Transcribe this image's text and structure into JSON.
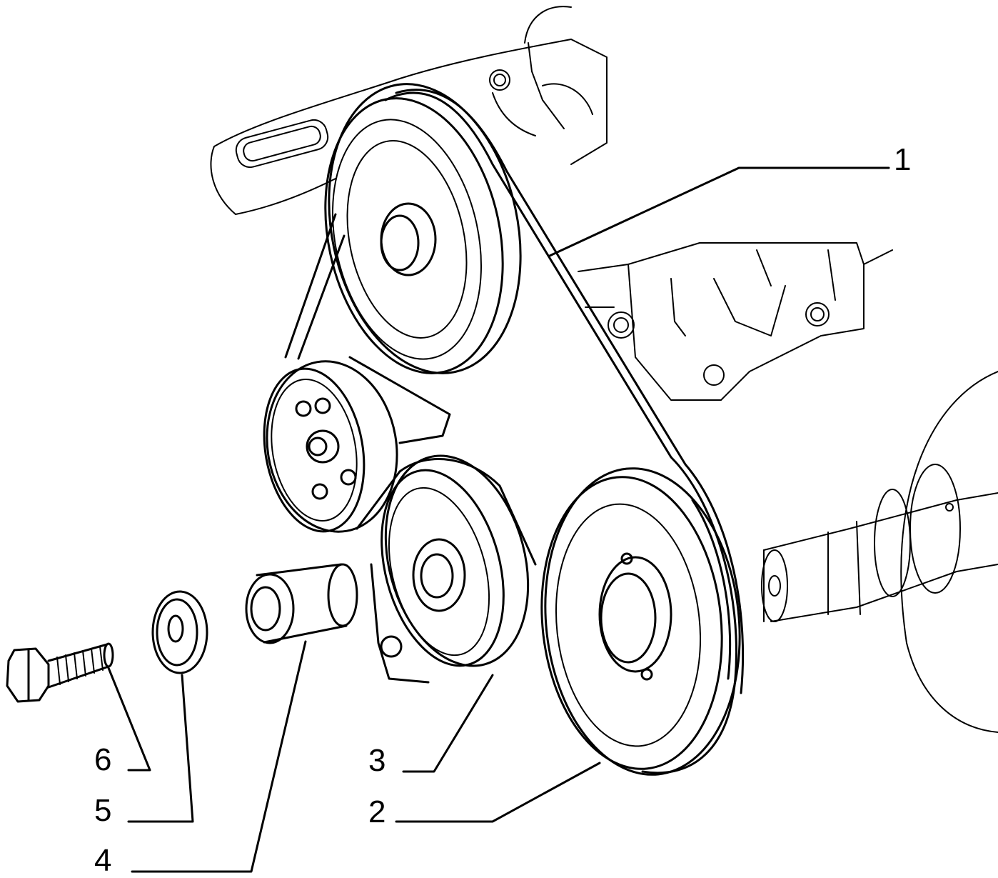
{
  "diagram": {
    "colors": {
      "ink": "#000000",
      "background": "#ffffff"
    },
    "callouts": [
      {
        "id": "c1",
        "label": "1",
        "part": "belt"
      },
      {
        "id": "c2",
        "label": "2",
        "part": "pulley"
      },
      {
        "id": "c3",
        "label": "3",
        "part": "tensioner-pulley"
      },
      {
        "id": "c4",
        "label": "4",
        "part": "spacer-bushing"
      },
      {
        "id": "c5",
        "label": "5",
        "part": "washer"
      },
      {
        "id": "c6",
        "label": "6",
        "part": "bolt"
      }
    ]
  }
}
